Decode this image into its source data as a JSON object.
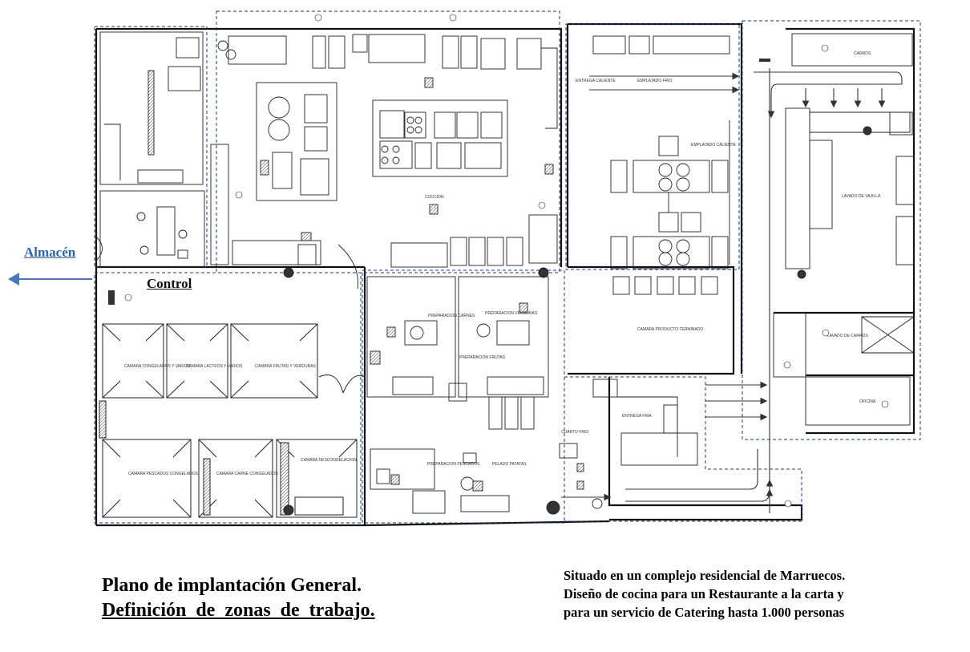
{
  "labels": {
    "almacen": "Almacén",
    "control": "Control"
  },
  "caption": {
    "title_line1": "Plano de implantación General.",
    "title_line2": "Definición de zonas de trabajo.",
    "note_line1": "Situado en un complejo residencial de Marruecos.",
    "note_line2": "Diseño de cocina para un Restaurante a la carta y",
    "note_line3": "para un servicio de Catering hasta 1.000 personas"
  },
  "rooms": {
    "camara_congelados": "CAMARA CONGELADOS Y VARIOS",
    "camara_lacteos": "CAMARA LACTEOS Y VARIOS",
    "camara_frutas": "CAMARA FRUTAS Y VERDURAS",
    "camara_pescados": "CAMARA PESCADOS CONGELADOS",
    "camara_carnes": "CAMARA CARNE CONGELADOS",
    "camara_descongelacion": "CAMARA DESCONGELACION",
    "coccion": "COCCION",
    "camara_producto_terminado": "CAMARA PRODUCTO TERMINADO",
    "preparacion_carnes": "PREPARACION CARNES",
    "preparacion_verduras": "PREPARACION VERDURAS",
    "preparacion_frutas": "PREPARACION FRUTAS",
    "preparacion_pescados": "PREPARACION PESCADOS",
    "pelado_patatas": "PELADO PATATAS",
    "cuarto_frio": "CUARTO FRIO",
    "lavado_vajilla": "LAVADO DE VAJILLA",
    "lavado_carros": "LAVADO DE CARROS",
    "oficina": "OFICINA",
    "carros": "CARROS"
  },
  "colors": {
    "dashed_boundary": "#1f3a7a",
    "wall": "#111111",
    "arrow": "#4a78b5"
  }
}
